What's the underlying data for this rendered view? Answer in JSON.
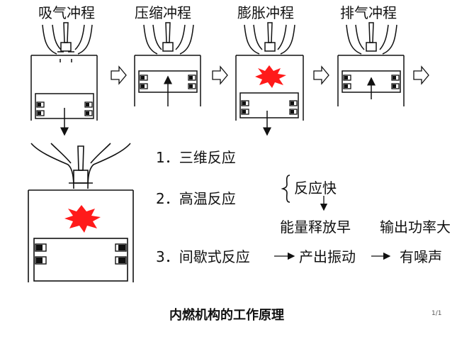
{
  "strokes": {
    "intake": "吸气冲程",
    "compression": "压缩冲程",
    "expansion": "膨胀冲程",
    "exhaust": "排气冲程"
  },
  "points": {
    "p1": "1．三维反应",
    "p2": "2．高温反应",
    "p3": "3．间歇式反应",
    "brace_result": "反应快",
    "result_a": "能量释放早",
    "result_b": "输出功率大",
    "result_c": "产出振动",
    "result_d": "有噪声"
  },
  "footer": {
    "title": "内燃机构的工作原理",
    "page": "1/1"
  },
  "colors": {
    "explosion": "#ff1a1a",
    "line": "#111111"
  }
}
